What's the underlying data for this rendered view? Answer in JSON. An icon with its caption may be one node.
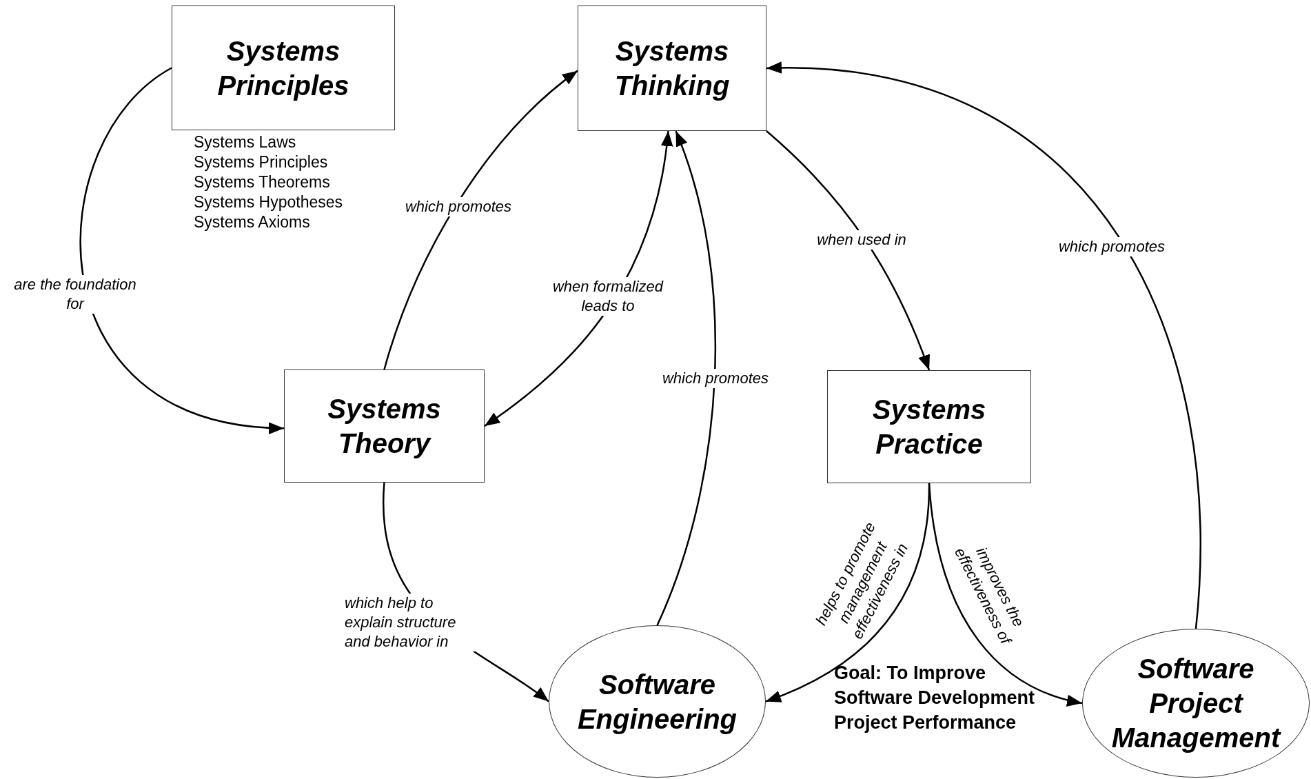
{
  "diagram": {
    "nodes": [
      {
        "text": [
          "Systems Principles"
        ],
        "beside": [
          "Systems Laws",
          "Systems Principles",
          "Systems Theorems",
          "Systems Hypotheses",
          "Systems Axioms"
        ]
      },
      {
        "text": [
          "Systems Thinking"
        ]
      },
      {
        "text": [
          "Systems Theory"
        ]
      },
      {
        "text": [
          "Systems Practice"
        ]
      },
      {
        "text": [
          "Software Engineering"
        ]
      },
      {
        "text": [
          "Software Project Management"
        ]
      }
    ],
    "edges": [
      {
        "from": 0,
        "to": 2,
        "arrow": "to",
        "label": "are the foundation for"
      },
      {
        "from": 2,
        "to": 1,
        "arrow": "to",
        "label": "which promotes"
      },
      {
        "from": 1,
        "to": 2,
        "arrow": "both",
        "label": "when formalized leads to"
      },
      {
        "from": 4,
        "to": 1,
        "arrow": "to",
        "label": "which promotes"
      },
      {
        "from": 1,
        "to": 3,
        "arrow": "to",
        "label": "when used in"
      },
      {
        "from": 5,
        "to": 1,
        "arrow": "to",
        "label": "which promotes"
      },
      {
        "from": 2,
        "to": 4,
        "arrow": "to",
        "label": "which help to explain structure and behavior in"
      },
      {
        "from": 3,
        "to": 4,
        "arrow": "to",
        "label": "helps to promote management effectiveness in"
      },
      {
        "from": 3,
        "to": 5,
        "arrow": "to",
        "label": "improves the effectiveness of"
      }
    ],
    "labels": [
      "Goal: To Improve Software Development Project Performance"
    ]
  }
}
